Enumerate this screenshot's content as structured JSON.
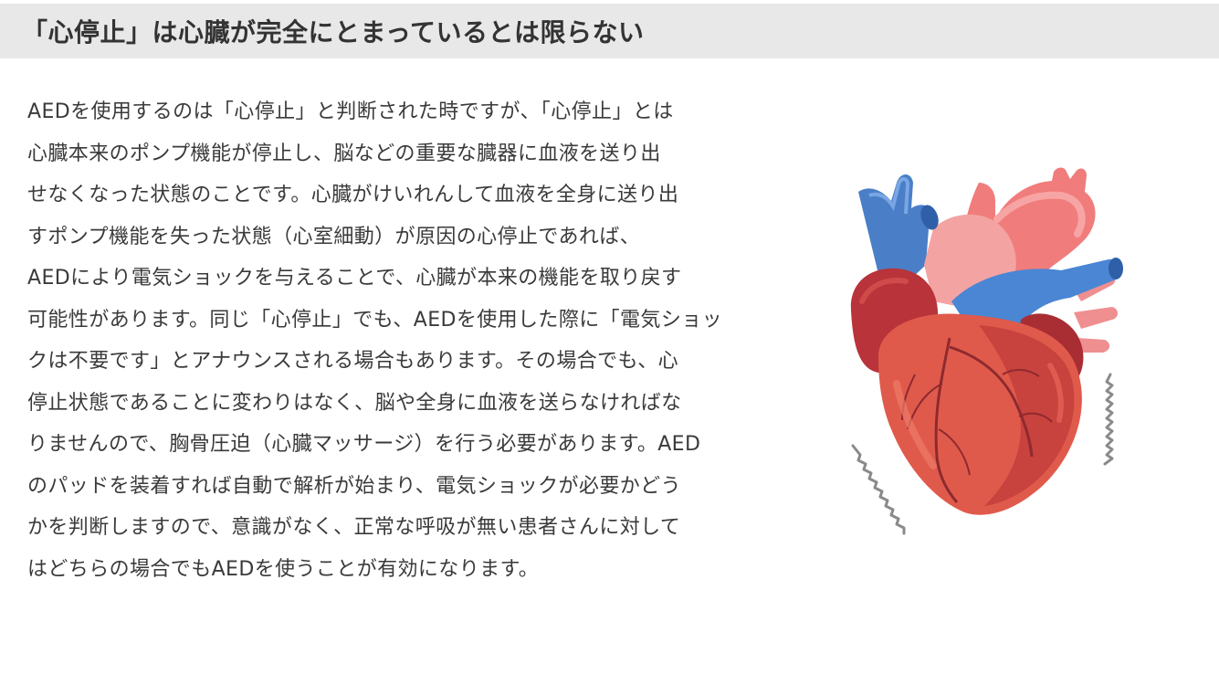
{
  "header": {
    "title": "「心停止」は心臓が完全にとまっているとは限らない"
  },
  "body": {
    "lines": [
      "AEDを使用するのは「心停止」と判断された時ですが、「心停止」とは",
      "心臓本来のポンプ機能が停止し、脳などの重要な臓器に血液を送り出",
      "せなくなった状態のことです。心臓がけいれんして血液を全身に送り出",
      "すポンプ機能を失った状態（心室細動）が原因の心停止であれば、",
      "AEDにより電気ショックを与えることで、心臓が本来の機能を取り戻す",
      "可能性があります。同じ「心停止」でも、AEDを使用した際に「電気ショッ",
      "クは不要です」とアナウンスされる場合もあります。その場合でも、心",
      "停止状態であることに変わりはなく、脳や全身に血液を送らなければな",
      "りませんので、胸骨圧迫（心臓マッサージ）を行う必要があります。AED",
      "のパッドを装着すれば自動で解析が始まり、電気ショックが必要かどう",
      "かを判断しますので、意識がなく、正常な呼吸が無い患者さんに対して",
      "はどちらの場合でもAEDを使うことが有効になります。"
    ]
  },
  "illustration": {
    "icon": "anatomical-heart-icon",
    "colors": {
      "muscle": "#e05a4c",
      "muscle_dark": "#b8333a",
      "artery": "#f08a8a",
      "vein": "#5a8fd6",
      "wave": "#8a8a8a"
    }
  },
  "colors": {
    "header_bg": "#e8e8e8",
    "text": "#333333"
  }
}
